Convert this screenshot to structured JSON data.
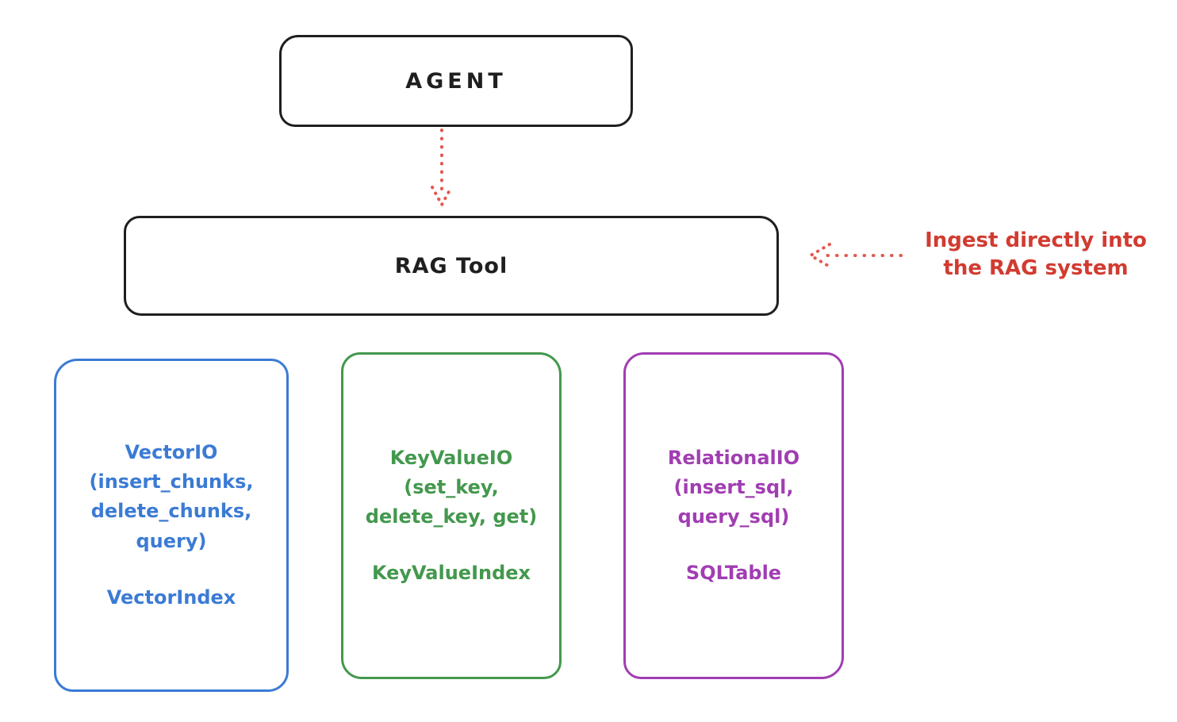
{
  "diagram": {
    "agent": {
      "label": "AGENT"
    },
    "rag_tool": {
      "label": "RAG Tool"
    },
    "annotation": {
      "line1": "Ingest directly into",
      "line2": "the RAG system",
      "color": "#d23b30"
    },
    "arrows": {
      "agent_to_rag": "dotted-down-arrow",
      "ingest_into_rag": "dotted-left-arrow",
      "color": "#e4584e"
    },
    "backends": [
      {
        "id": "vector-io",
        "color": "#3b7bd4",
        "title": "VectorIO",
        "methods": [
          "(insert_chunks,",
          "delete_chunks,",
          "query)"
        ],
        "index": "VectorIndex"
      },
      {
        "id": "keyvalue-io",
        "color": "#43984d",
        "title": "KeyValueIO",
        "methods": [
          "(set_key,",
          "delete_key, get)"
        ],
        "index": "KeyValueIndex"
      },
      {
        "id": "relational-io",
        "color": "#a13db2",
        "title": "RelationalIO",
        "methods": [
          "(insert_sql,",
          "query_sql)"
        ],
        "index": "SQLTable"
      }
    ]
  }
}
